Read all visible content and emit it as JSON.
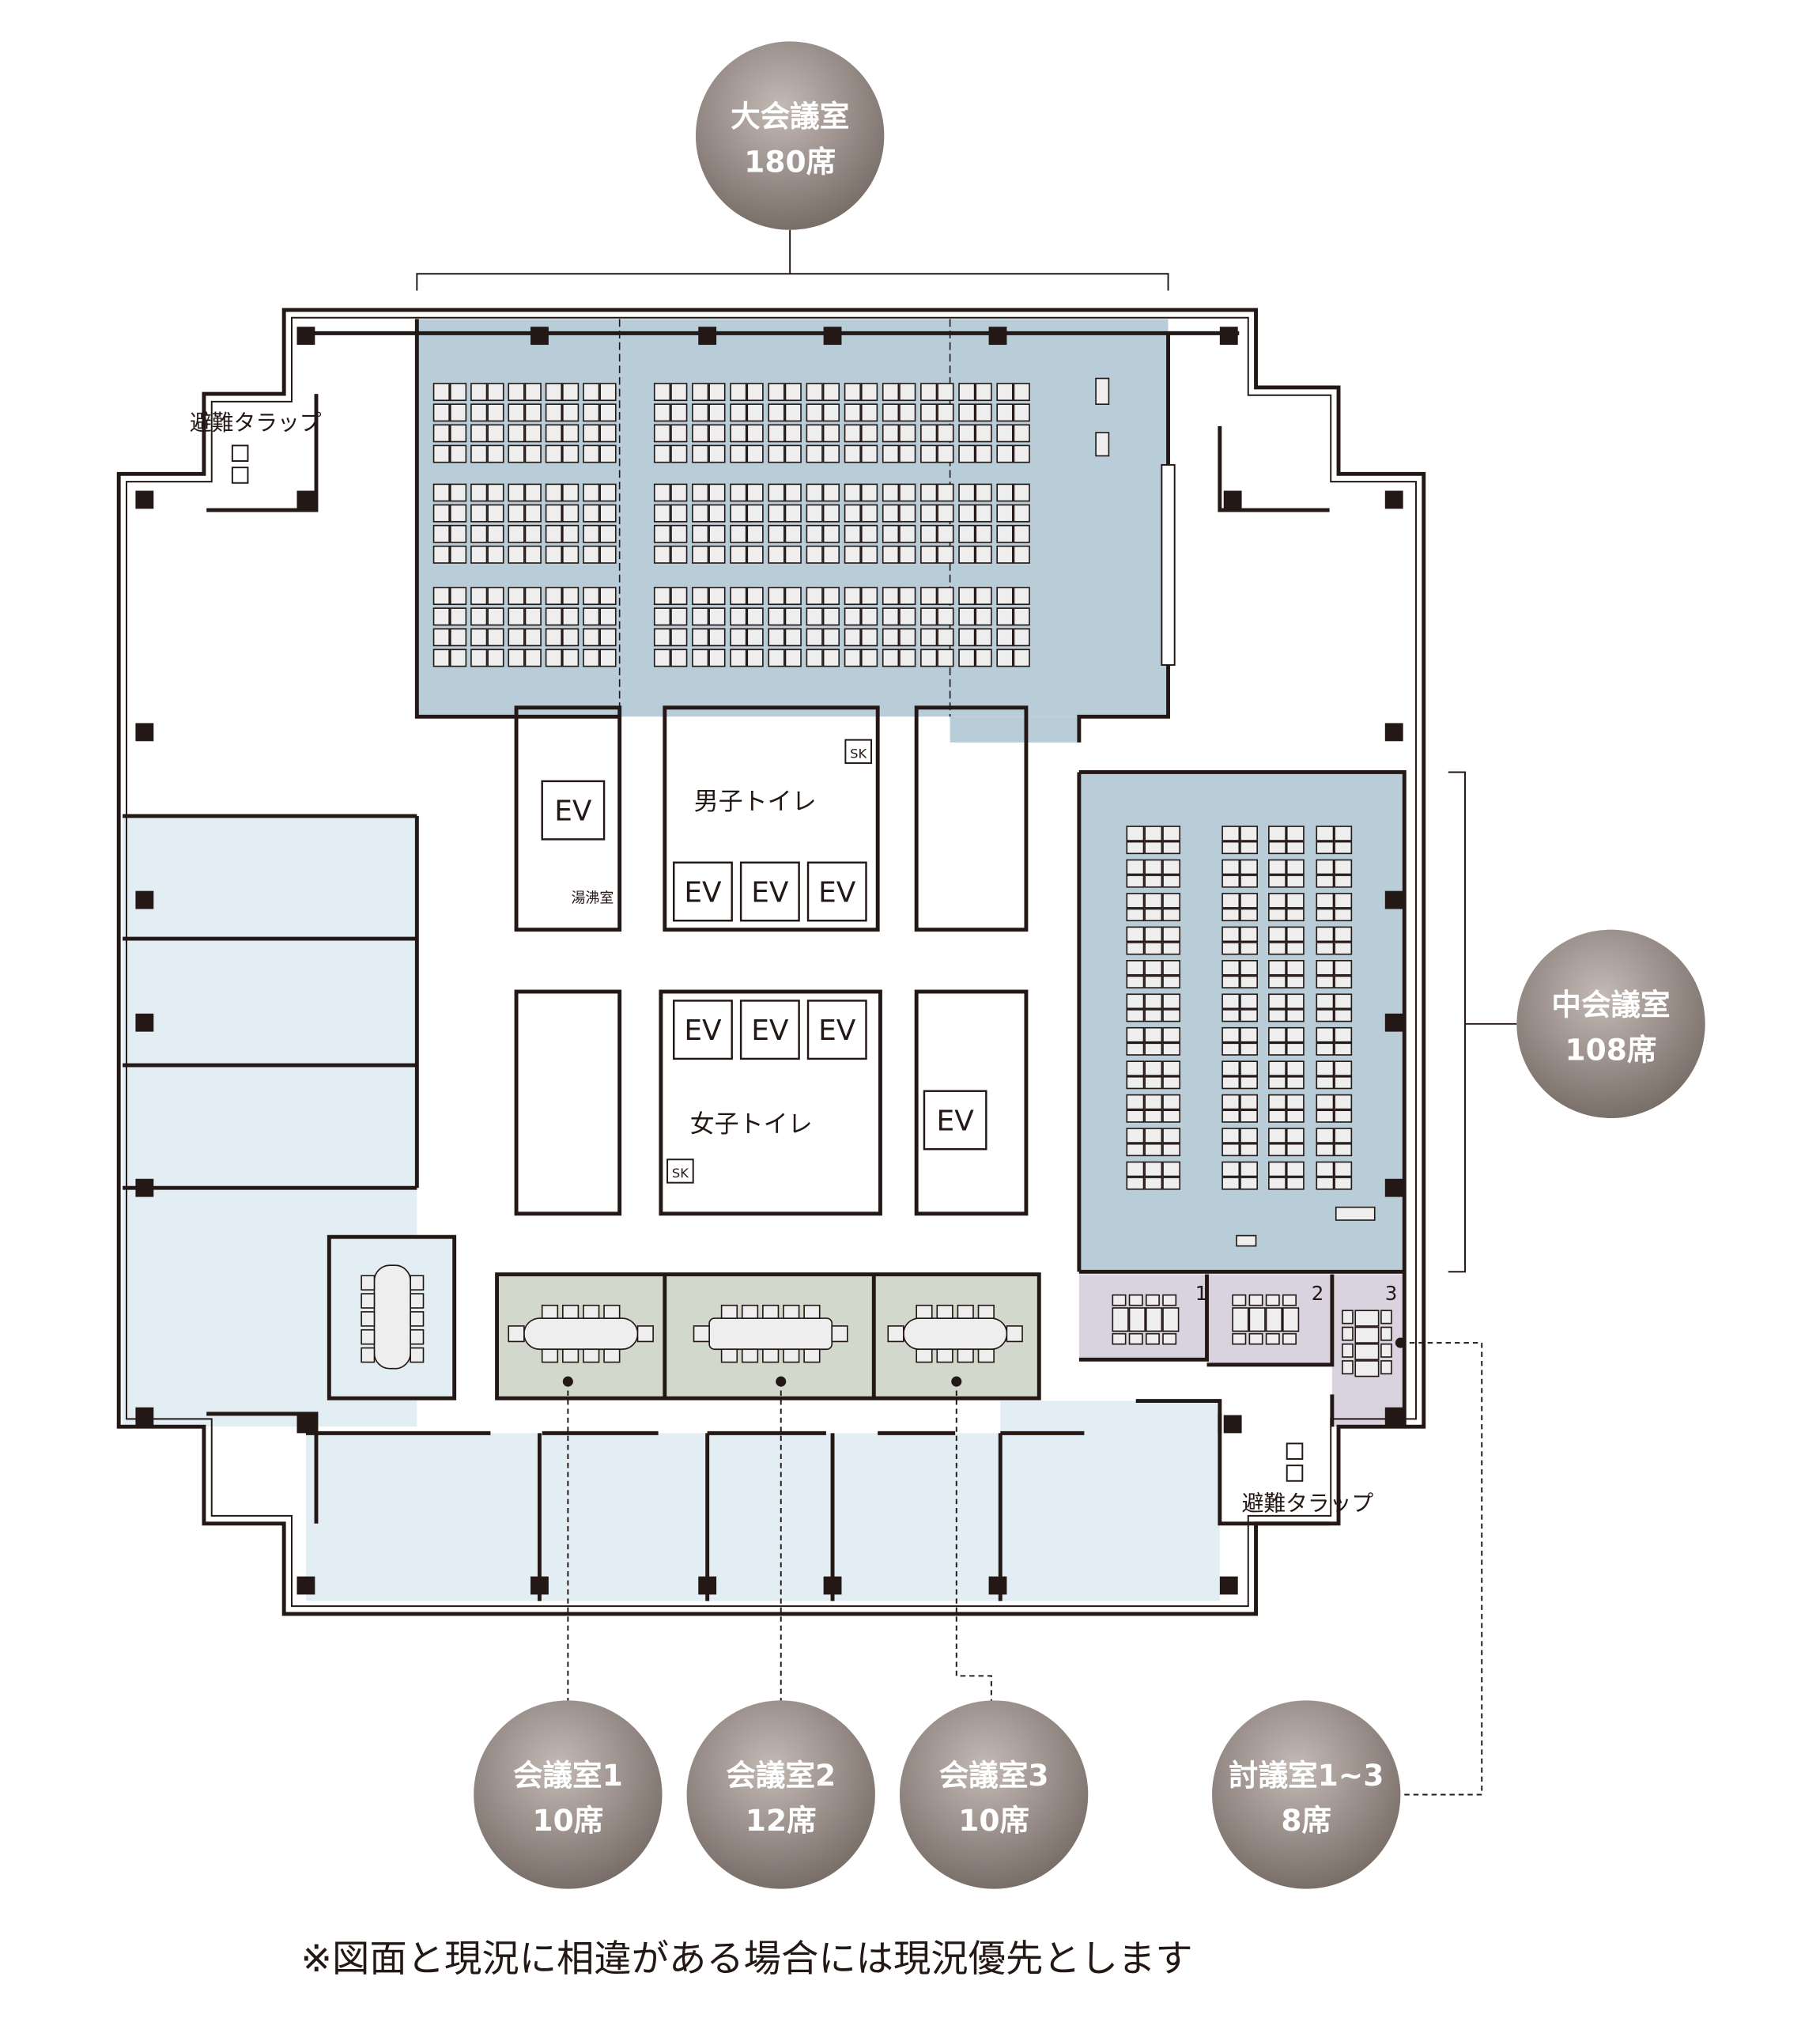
{
  "bubbles": {
    "large_hall": {
      "name": "大会議室",
      "seats": "180席"
    },
    "medium_hall": {
      "name": "中会議室",
      "seats": "108席"
    },
    "meeting1": {
      "name": "会議室1",
      "seats": "10席"
    },
    "meeting2": {
      "name": "会議室2",
      "seats": "12席"
    },
    "meeting3": {
      "name": "会議室3",
      "seats": "10席"
    },
    "discussion": {
      "name": "討議室1~3",
      "seats": "8席"
    }
  },
  "labels": {
    "evac_top": "避難タラップ",
    "evac_bottom": "避難タラップ",
    "ev": "EV",
    "men": "男子トイレ",
    "women": "女子トイレ",
    "kitchen": "湯沸室",
    "sk": "SK",
    "d1": "1",
    "d2": "2",
    "d3": "3"
  },
  "footnote": "※図面と現況に相違がある場合には現況優先とします",
  "colors": {
    "hall": "#b9cdd9",
    "outer_room": "#e2eef3",
    "meeting": "#d3d8cc",
    "discussion": "#d8d3df",
    "bubble_light": "#bdb3ae",
    "bubble_dark": "#7c706b",
    "line": "#231815"
  }
}
